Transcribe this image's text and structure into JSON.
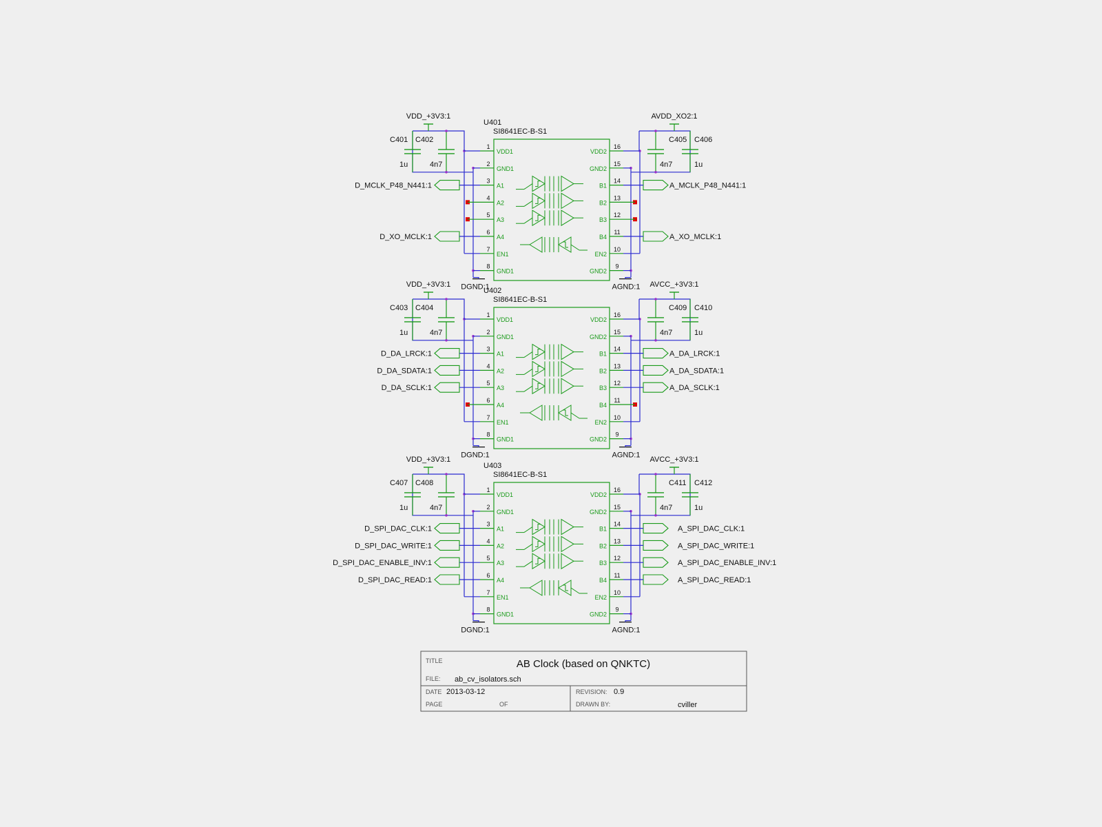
{
  "colors": {
    "background": "#efefef",
    "wire": "#2a2ad0",
    "component": "#1a9a1a",
    "text": "#111111",
    "junction": "#9a30c8",
    "no_connect": "#e00000",
    "frame": "#555555"
  },
  "pin_names": {
    "left": [
      "VDD1",
      "GND1",
      "A1",
      "A2",
      "A3",
      "A4",
      "EN1",
      "GND1"
    ],
    "right": [
      "VDD2",
      "GND2",
      "B1",
      "B2",
      "B3",
      "B4",
      "EN2",
      "GND2"
    ],
    "left_numbers": [
      "1",
      "2",
      "3",
      "4",
      "5",
      "6",
      "7",
      "8"
    ],
    "right_numbers": [
      "16",
      "15",
      "14",
      "13",
      "12",
      "11",
      "10",
      "9"
    ]
  },
  "blocks": [
    {
      "ref": "U401",
      "part": "SI8641EC-B-S1",
      "left_supply": "VDD_+3V3:1",
      "right_supply": "AVDD_XO2:1",
      "left_caps": [
        {
          "ref": "C401",
          "value": "1u"
        },
        {
          "ref": "C402",
          "value": "4n7"
        }
      ],
      "right_caps": [
        {
          "ref": "C405",
          "value": "4n7"
        },
        {
          "ref": "C406",
          "value": "1u"
        }
      ],
      "left_ground": "DGND:1",
      "right_ground": "AGND:1",
      "left_signals": [
        "D_MCLK_P48_N441:1",
        null,
        null,
        "D_XO_MCLK:1"
      ],
      "right_signals": [
        "A_MCLK_P48_N441:1",
        null,
        null,
        "A_XO_MCLK:1"
      ]
    },
    {
      "ref": "U402",
      "part": "SI8641EC-B-S1",
      "left_supply": "VDD_+3V3:1",
      "right_supply": "AVCC_+3V3:1",
      "left_caps": [
        {
          "ref": "C403",
          "value": "1u"
        },
        {
          "ref": "C404",
          "value": "4n7"
        }
      ],
      "right_caps": [
        {
          "ref": "C409",
          "value": "4n7"
        },
        {
          "ref": "C410",
          "value": "1u"
        }
      ],
      "left_ground": "DGND:1",
      "right_ground": "AGND:1",
      "left_signals": [
        "D_DA_LRCK:1",
        "D_DA_SDATA:1",
        "D_DA_SCLK:1",
        null
      ],
      "right_signals": [
        "A_DA_LRCK:1",
        "A_DA_SDATA:1",
        "A_DA_SCLK:1",
        null
      ]
    },
    {
      "ref": "U403",
      "part": "SI8641EC-B-S1",
      "left_supply": "VDD_+3V3:1",
      "right_supply": "AVCC_+3V3:1",
      "left_caps": [
        {
          "ref": "C407",
          "value": "1u"
        },
        {
          "ref": "C408",
          "value": "4n7"
        }
      ],
      "right_caps": [
        {
          "ref": "C411",
          "value": "4n7"
        },
        {
          "ref": "C412",
          "value": "1u"
        }
      ],
      "left_ground": "DGND:1",
      "right_ground": "AGND:1",
      "left_signals": [
        "D_SPI_DAC_CLK:1",
        "D_SPI_DAC_WRITE:1",
        "D_SPI_DAC_ENABLE_INV:1",
        "D_SPI_DAC_READ:1"
      ],
      "right_signals": [
        "A_SPI_DAC_CLK:1",
        "A_SPI_DAC_WRITE:1",
        "A_SPI_DAC_ENABLE_INV:1",
        "A_SPI_DAC_READ:1"
      ]
    }
  ],
  "title_block": {
    "title_label": "TITLE",
    "title": "AB Clock (based on QNKTC)",
    "file_label": "FILE:",
    "file": "ab_cv_isolators.sch",
    "date_label": "DATE",
    "date": "2013-03-12",
    "revision_label": "REVISION:",
    "revision": "0.9",
    "page_label": "PAGE",
    "of_label": "OF",
    "drawn_by_label": "DRAWN BY:",
    "drawn_by": "cviller"
  }
}
